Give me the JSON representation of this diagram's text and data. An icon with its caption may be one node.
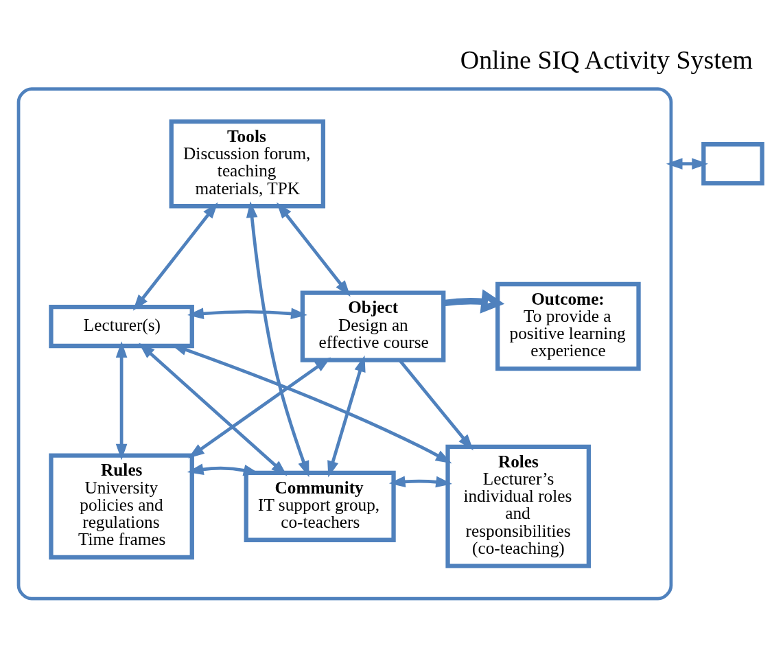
{
  "diagram": {
    "title": "Online SIQ Activity System",
    "nodes": [
      {
        "text": [],
        "shape": "ellipse"
      },
      {
        "text": [
          "Tools",
          "Discussion forum, teaching materials, TPK"
        ],
        "in": 0
      },
      {
        "text": [
          "Lecturer(s)"
        ],
        "in": 0
      },
      {
        "text": [
          "Object",
          "Design an effective course"
        ],
        "in": 0
      },
      {
        "text": [
          "Outcome:",
          "To provide a positive learning experience"
        ],
        "in": 0
      },
      {
        "text": [
          "Rules",
          "University policies and regulations",
          "Time frames"
        ],
        "in": 0
      },
      {
        "text": [
          "Community",
          "IT support group, co-teachers"
        ],
        "in": 0
      },
      {
        "text": [
          "Roles",
          "Lecturer’s individual roles and responsibilities (co-teaching)"
        ],
        "in": 0
      },
      {
        "text": [],
        "shape": "box"
      }
    ],
    "edges": [
      {
        "from": 1,
        "to": 2,
        "arrow": "both"
      },
      {
        "from": 1,
        "to": 3,
        "arrow": "both"
      },
      {
        "from": 1,
        "to": 6,
        "arrow": "both"
      },
      {
        "from": 2,
        "to": 3,
        "arrow": "both"
      },
      {
        "from": 2,
        "to": 5,
        "arrow": "both"
      },
      {
        "from": 2,
        "to": 6,
        "arrow": "both"
      },
      {
        "from": 2,
        "to": 7,
        "arrow": "both"
      },
      {
        "from": 3,
        "to": 5,
        "arrow": "both"
      },
      {
        "from": 3,
        "to": 6,
        "arrow": "both"
      },
      {
        "from": 3,
        "to": 7,
        "arrow": "to"
      },
      {
        "from": 5,
        "to": 6,
        "arrow": "both"
      },
      {
        "from": 6,
        "to": 7,
        "arrow": "both"
      },
      {
        "from": 3,
        "to": 4,
        "arrow": "to",
        "style": "thick"
      },
      {
        "from": 0,
        "to": 8,
        "arrow": "both"
      }
    ]
  }
}
